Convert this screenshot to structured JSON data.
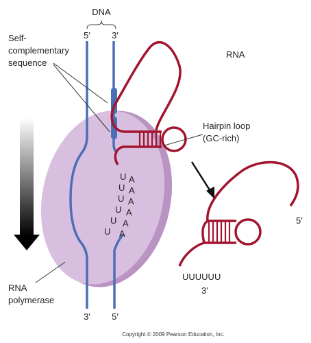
{
  "labels": {
    "dna": "DNA",
    "self_comp_1": "Self-",
    "self_comp_2": "complementary",
    "self_comp_3": "sequence",
    "rna_top": "RNA",
    "hairpin_1": "Hairpin loop",
    "hairpin_2": "(GC-rich)",
    "rna_pol_1": "RNA",
    "rna_pol_2": "polymerase"
  },
  "ends": {
    "top_left": "5′",
    "top_right": "3′",
    "bottom_left": "3′",
    "bottom_right": "5′",
    "released_five": "5′",
    "released_three": "3′"
  },
  "bases": {
    "u1": "U",
    "u2": "U",
    "u3": "U",
    "u4": "U",
    "u5": "U",
    "u6": "U",
    "a1": "A",
    "a2": "A",
    "a3": "A",
    "a4": "A",
    "a5": "A",
    "a6": "A",
    "released_tail": "UUUUUU"
  },
  "copyright": "Copyright © 2009 Pearson Education, Inc.",
  "colors": {
    "dna": "#4a6fb5",
    "rna": "#a3142e",
    "polymerase_fill": "#d9bfdf",
    "polymerase_edge": "#b993c2",
    "arrow": "#111111"
  }
}
